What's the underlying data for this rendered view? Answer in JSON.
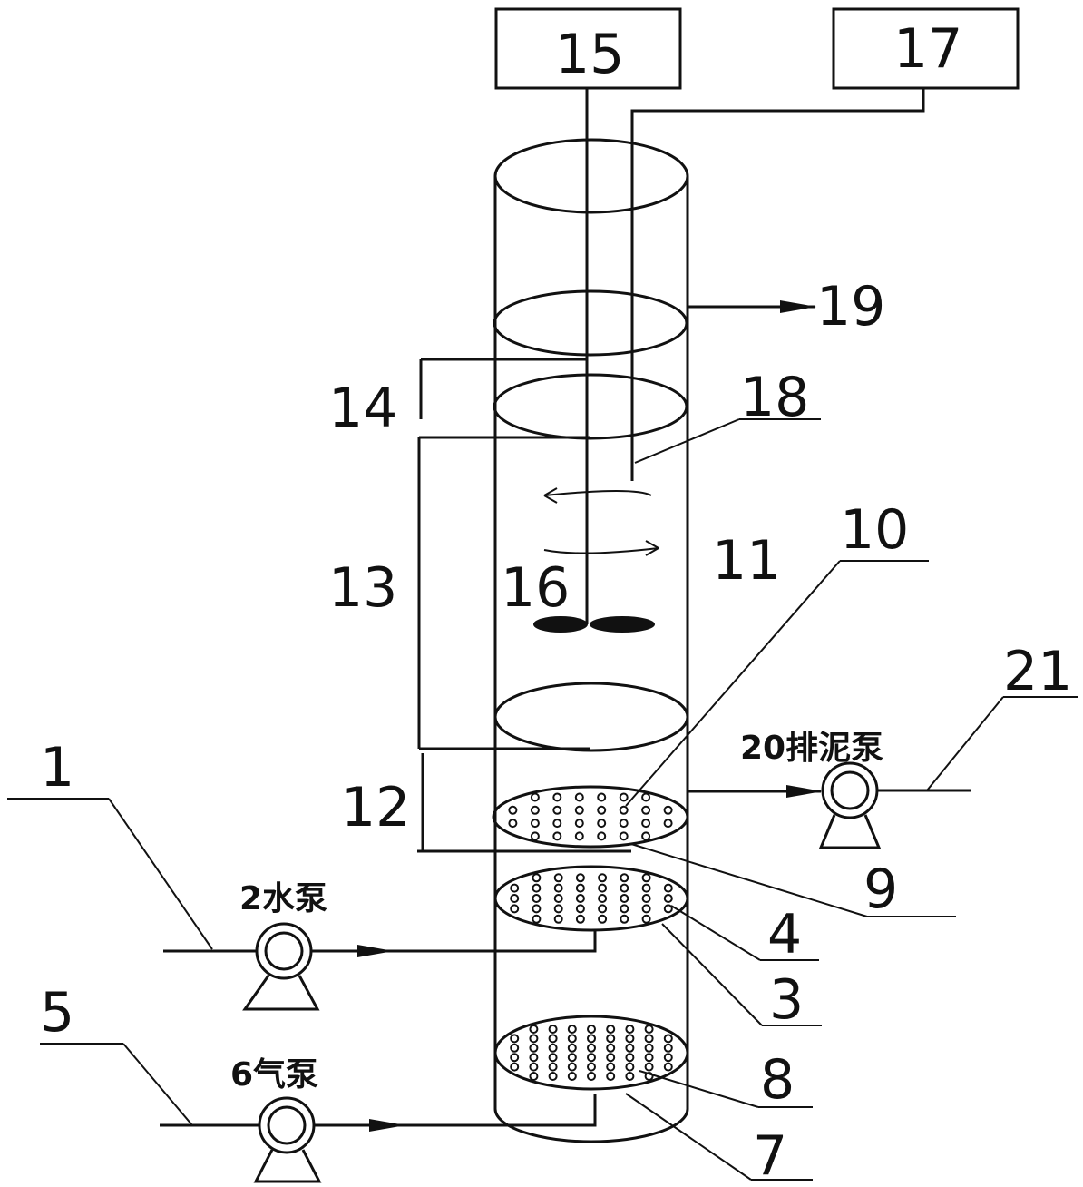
{
  "labels": {
    "l1": "1",
    "l2": "2水泵",
    "l3": "3",
    "l4": "4",
    "l5": "5",
    "l6": "6气泵",
    "l7": "7",
    "l8": "8",
    "l9": "9",
    "l10": "10",
    "l11": "11",
    "l12": "12",
    "l13": "13",
    "l14": "14",
    "l15": "15",
    "l16": "16",
    "l17": "17",
    "l18": "18",
    "l19": "19",
    "l20": "20排泥泵",
    "l21": "21"
  },
  "colors": {
    "line": "#111111",
    "background": "#ffffff"
  }
}
